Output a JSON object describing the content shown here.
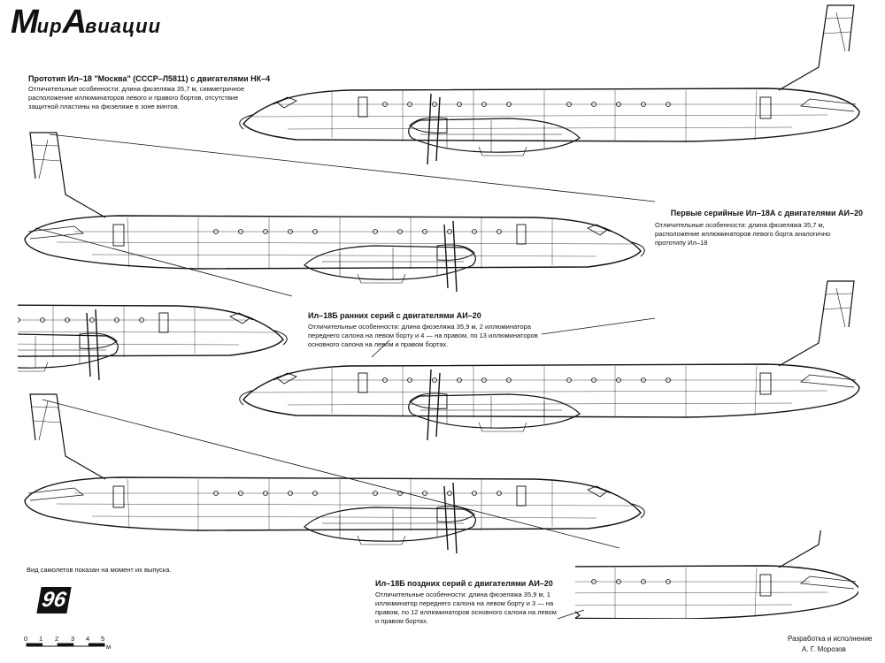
{
  "header": {
    "logo_part1": "М",
    "logo_part2": "ир",
    "logo_part3": "А",
    "logo_part4": "виации"
  },
  "aircraft": [
    {
      "title": "Прототип Ил–18 \"Москва\" (СССР–Л5811) с двигателями НК–4",
      "desc": "Отличительные особенности: длина фюзеляжа 35,7 м, симметричное расположение иллюминаторов левого и правого бортов, отсутствие защитной пластины на фюзеляже в зоне винтов."
    },
    {
      "title": "Первые серийные Ил–18А с двигателями АИ–20",
      "desc": "Отличительные особенности: длина фюзеляжа 35,7 м, расположение иллюминаторов левого борта аналогично прототипу Ил–18"
    },
    {
      "title": "Ил–18Б ранних серий с двигателями АИ–20",
      "desc": "Отличительные особенности: длина фюзеляжа 35,9 м, 2 иллюминатора переднего салона на левом борту и 4 — на правом, по 13 иллюминаторов основного салона на левом и правом бортах."
    },
    {
      "title": "Ил–18Б поздних серий с двигателями АИ–20",
      "desc": "Отличительные особенности: длина фюзеляжа 35,9 м, 1 иллюминатор переднего салона на левом борту и 3 — на правом, по 12 иллюминаторов основного салона на левом и правом бортах."
    }
  ],
  "note": "Вид самолетов показан на момент их выпуска.",
  "page_number": "96",
  "scale": {
    "ticks": [
      "0",
      "1",
      "2",
      "3",
      "4",
      "5"
    ],
    "unit": "м"
  },
  "credits": {
    "line1": "Разработка и исполнение",
    "line2": "А. Г. Морозов"
  }
}
